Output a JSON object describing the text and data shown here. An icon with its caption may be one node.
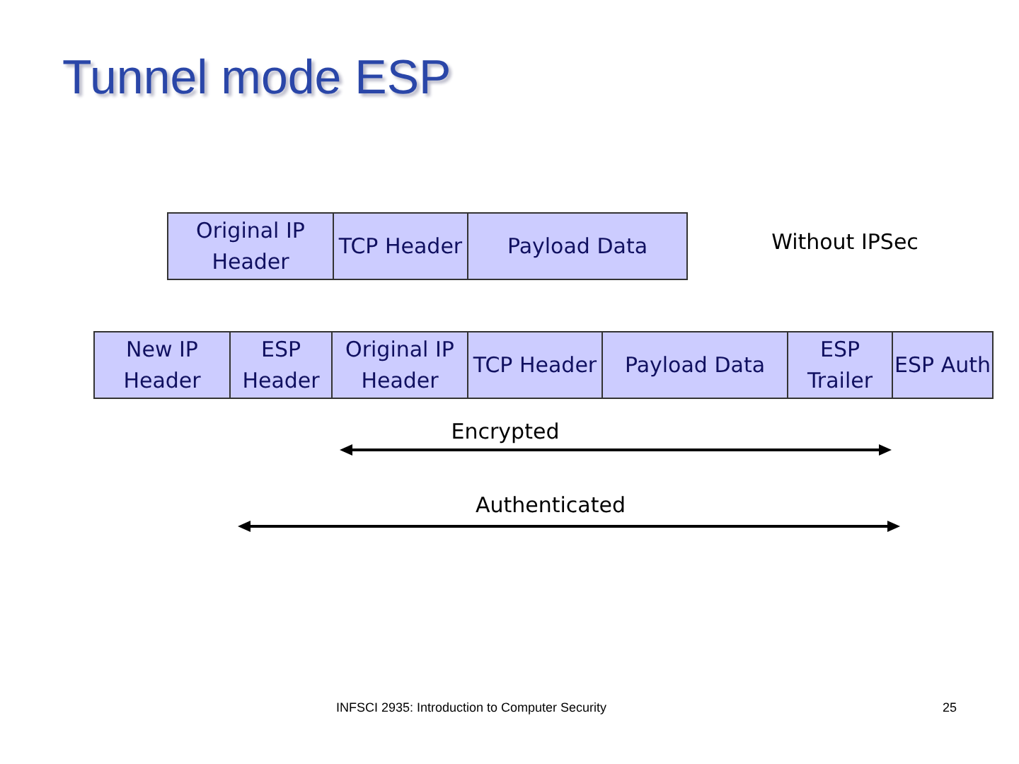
{
  "diagram": {
    "title": "Tunnel mode ESP",
    "nodes": [
      {
        "text": [
          "Original IP Header"
        ]
      },
      {
        "text": [
          "TCP Header"
        ]
      },
      {
        "text": [
          "Payload Data"
        ]
      },
      {
        "text": [
          "New IP Header"
        ]
      },
      {
        "text": [
          "ESP Header"
        ]
      },
      {
        "text": [
          "Original IP Header"
        ]
      },
      {
        "text": [
          "TCP Header"
        ]
      },
      {
        "text": [
          "Payload Data"
        ]
      },
      {
        "text": [
          "ESP Trailer"
        ]
      },
      {
        "text": [
          "ESP Auth"
        ]
      }
    ],
    "labels": [
      "Without IPSec",
      "Encrypted",
      "Authenticated",
      "INFSCI 2935: Introduction to Computer Security",
      "25"
    ]
  }
}
